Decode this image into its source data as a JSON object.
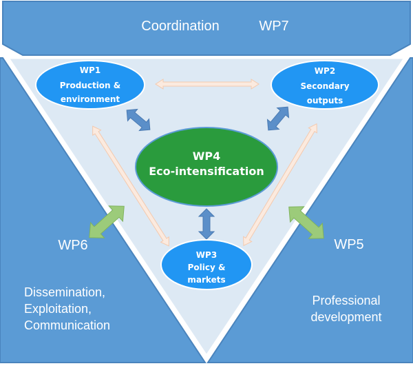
{
  "colors": {
    "band_blue": "#5b9bd5",
    "band_border": "#4a84bd",
    "triangle_fill": "#dde9f4",
    "node_blue": "#2196f3",
    "node_border": "#ffffff",
    "center_green": "#2a9b3d",
    "center_border": "#5b9bd5",
    "arrow_blue": "#5b8fc9",
    "arrow_green": "#9ccb7a",
    "arrow_peach": "#f8ddc9"
  },
  "top_band": {
    "label": "Coordination",
    "wp": "WP7"
  },
  "left_panel": {
    "wp": "WP6",
    "lines": [
      "Dissemination,",
      "Exploitation,",
      "Communication"
    ]
  },
  "right_panel": {
    "wp": "WP5",
    "lines": [
      "Professional",
      "development"
    ]
  },
  "nodes": {
    "wp1": {
      "id": "WP1",
      "lines": [
        "Production &",
        "environment"
      ]
    },
    "wp2": {
      "id": "WP2",
      "lines": [
        "Secondary",
        "outputs"
      ]
    },
    "wp3": {
      "id": "WP3",
      "lines": [
        "Policy &",
        "markets"
      ]
    },
    "wp4": {
      "id": "WP4",
      "lines": [
        "Eco-intensification"
      ]
    }
  },
  "arrow_icons": {
    "blue": "double-headed-arrow-blue",
    "green": "double-headed-arrow-green",
    "peach": "double-headed-arrow-outline"
  }
}
